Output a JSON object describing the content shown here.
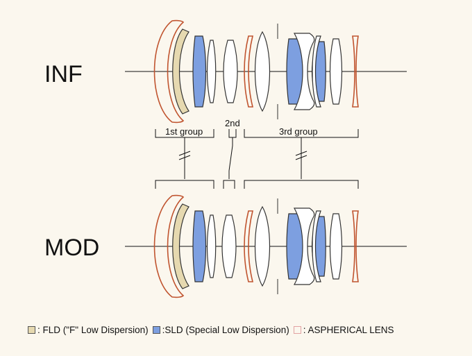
{
  "states": {
    "top": "INF",
    "bottom": "MOD"
  },
  "groups": {
    "first": "1st group",
    "second": "2nd",
    "third": "3rd group"
  },
  "legend": {
    "fld": {
      "label": ": FLD (\"F\" Low Dispersion)",
      "color": "#e6d9b0"
    },
    "sld": {
      "label": ":SLD (Special Low Dispersion)",
      "color": "#7d9fe0"
    },
    "aspherical": {
      "label": ": ASPHERICAL LENS",
      "color": "#fbf7ee",
      "outline": "#e2a2a2"
    }
  },
  "colors": {
    "aspherical_outline": "#c0542f",
    "lens_outline": "#333333",
    "fld_fill": "#e6d9b0",
    "sld_fill": "#7d9fe0",
    "background": "#fbf7ee"
  }
}
